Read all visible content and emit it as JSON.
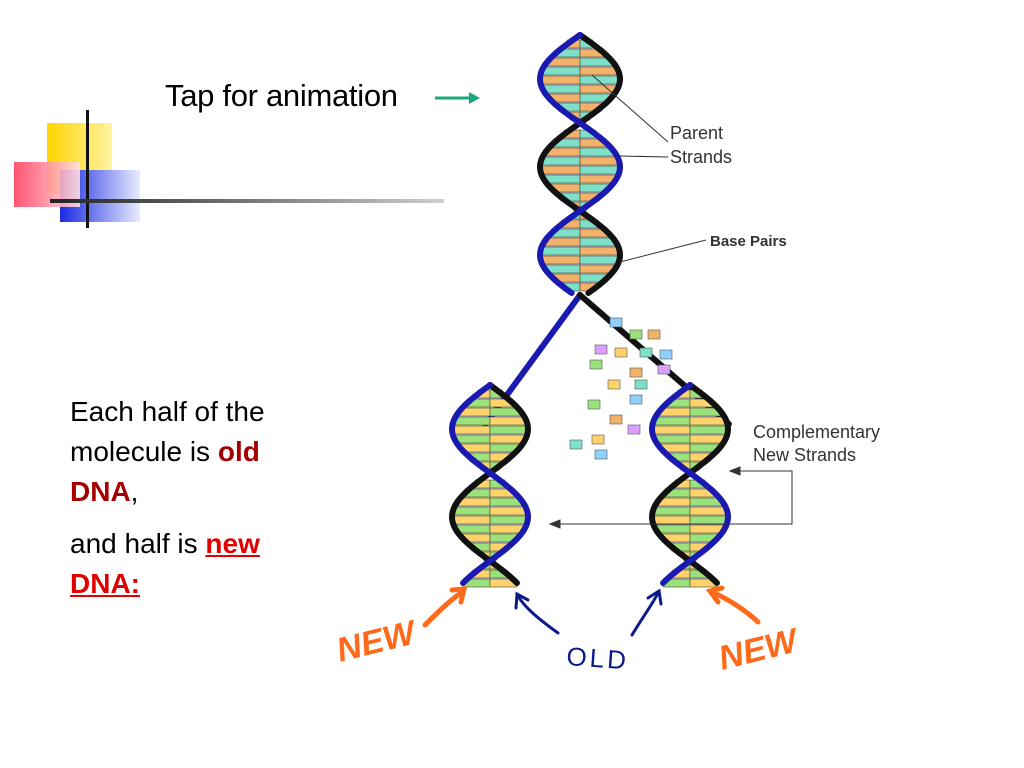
{
  "slide": {
    "tap_text": "Tap for animation",
    "body": {
      "line1_prefix": "Each half of the molecule is ",
      "old_dna": "old DNA",
      "line1_suffix": ",",
      "line2_prefix": "and half is ",
      "new_dna": "new DNA",
      "line2_suffix": ":"
    }
  },
  "diagram": {
    "labels": {
      "parent_strands": "Parent Strands",
      "base_pairs": "Base Pairs",
      "complementary_new_strands": "Complementary New Strands"
    },
    "annotations": {
      "new_left": "NEW",
      "old": "OLD",
      "new_right": "NEW"
    }
  },
  "colors": {
    "old_text": "#a50000",
    "new_text": "#e00000",
    "strand_blue": "#1a1ab0",
    "annotation_orange": "#ff6a1a",
    "annotation_navy": "#0b1a8a",
    "arrow_teal": "#1aa87c"
  }
}
